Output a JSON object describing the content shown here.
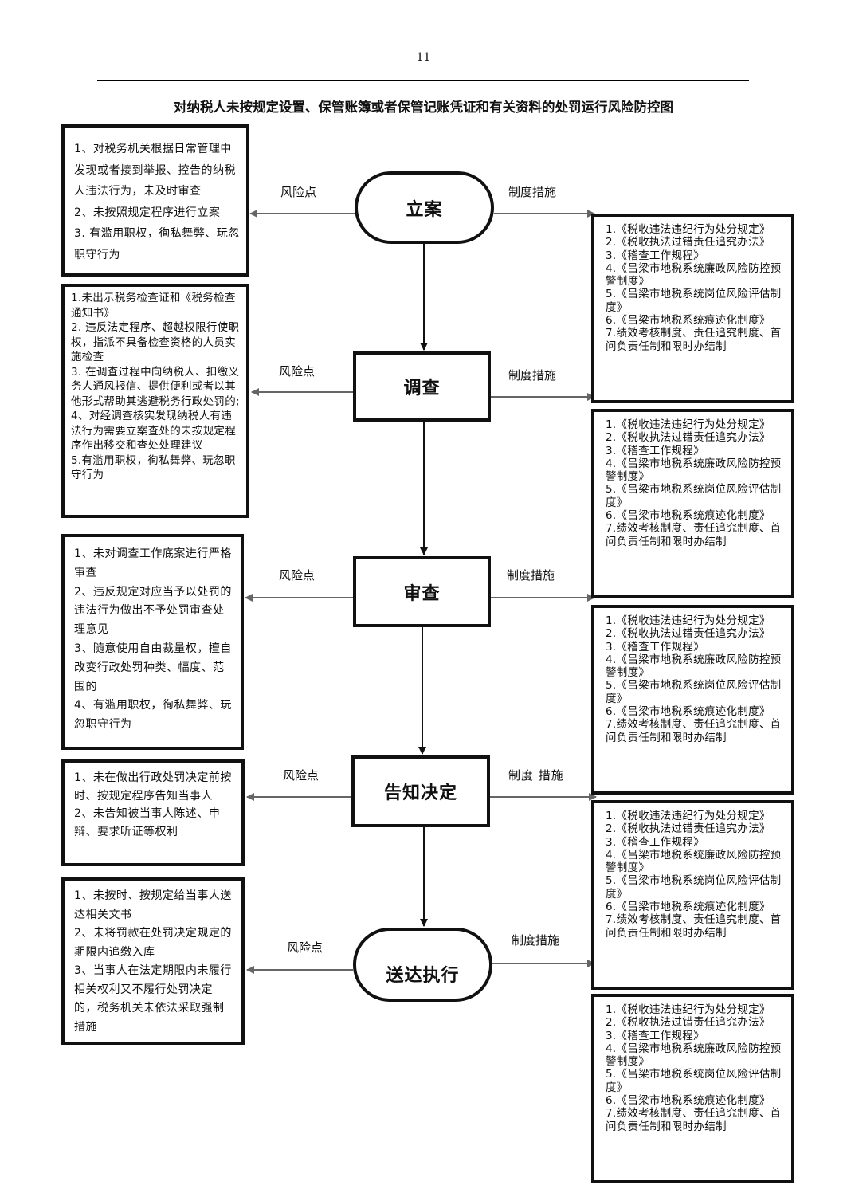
{
  "page": {
    "number": "11",
    "title": "对纳税人未按规定设置、保管账簿或者保管记账凭证和有关资料的处罚运行风险防控图"
  },
  "labels": {
    "risk": "风险点",
    "measure": "制度措施",
    "measure_spaced": "制度 措施"
  },
  "steps": [
    {
      "name": "立案"
    },
    {
      "name": "调查"
    },
    {
      "name": "审查"
    },
    {
      "name": "告知决定"
    },
    {
      "name": "送达执行"
    }
  ],
  "risk_boxes": [
    {
      "lines": [
        "1、对税务机关根据日常管理中发现或者接到举报、控告的纳税人违法行为，未及时审查",
        "2、未按照规定程序进行立案",
        "3. 有滥用职权，徇私舞弊、玩忽职守行为"
      ]
    },
    {
      "lines": [
        "1.未出示税务检查证和《税务检查通知书》",
        "2. 违反法定程序、超越权限行使职权，指派不具备检查资格的人员实施检查",
        "3. 在调查过程中向纳税人、扣缴义务人通风报信、提供便利或者以其他形式帮助其逃避税务行政处罚的;",
        "4、对经调查核实发现纳税人有违法行为需要立案查处的未按规定程序作出移交和查处处理建议",
        "5.有滥用职权，徇私舞弊、玩忽职守行为"
      ]
    },
    {
      "lines": [
        "1、未对调查工作底案进行严格审查",
        "2、违反规定对应当予以处罚的违法行为做出不予处罚审查处理意见",
        "3、随意使用自由裁量权，擅自改变行政处罚种类、幅度、范围的",
        "4、有滥用职权，徇私舞弊、玩忽职守行为"
      ]
    },
    {
      "lines": [
        "1、未在做出行政处罚决定前按时、按规定程序告知当事人",
        "2、未告知被当事人陈述、申辩、要求听证等权利"
      ]
    },
    {
      "lines": [
        "1、未按时、按规定给当事人送达相关文书",
        "2、未将罚款在处罚决定规定的期限内追缴入库",
        "3、当事人在法定期限内未履行相关权利又不履行处罚决定的，税务机关未依法采取强制措施"
      ]
    }
  ],
  "measures": [
    "1.《税收违法违纪行为处分规定》",
    "2.《税收执法过错责任追究办法》",
    "3.《稽查工作规程》",
    "4.《吕梁市地税系统廉政风险防控预警制度》",
    "5.《吕梁市地税系统岗位风险评估制度》",
    "6.《吕梁市地税系统痕迹化制度》",
    "7.绩效考核制度、责任追究制度、首问负责任制和限时办结制"
  ]
}
